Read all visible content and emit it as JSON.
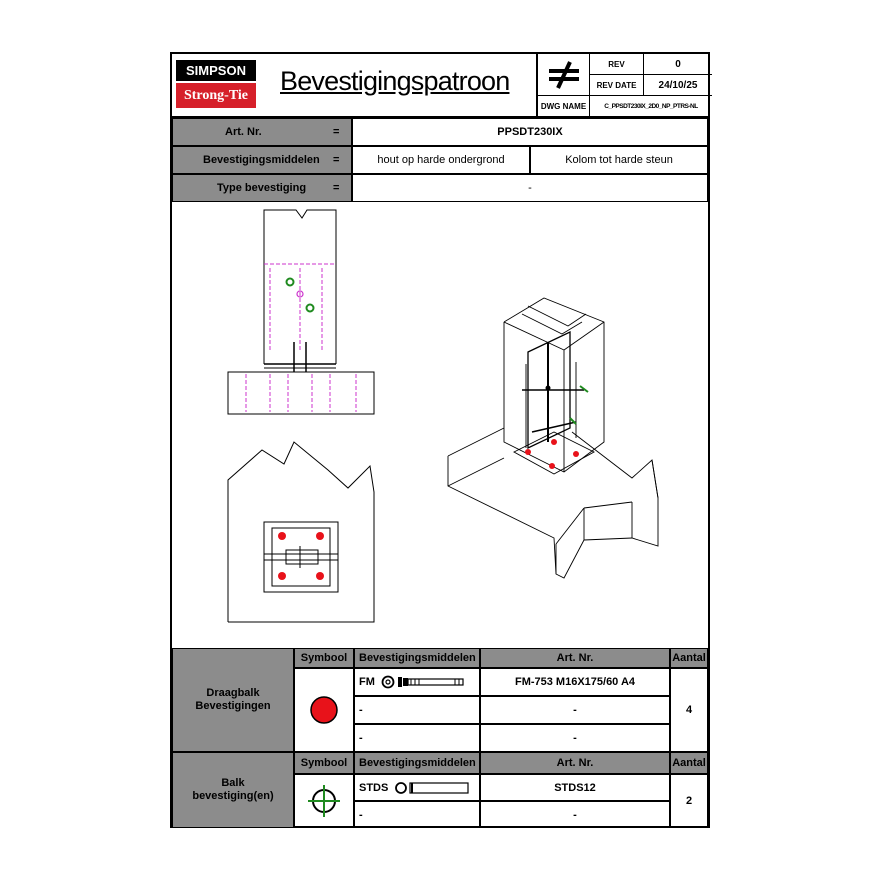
{
  "logo": {
    "line1": "SIMPSON",
    "line2": "Strong-Tie"
  },
  "title": "Bevestigingspatroon",
  "meta": {
    "rev_label": "REV",
    "rev_value": "0",
    "revdate_label": "REV DATE",
    "revdate_value": "24/10/25",
    "dwg_label": "DWG NAME",
    "dwg_value": "C_PPSDT230IX_2D0_NP_PTRS-NL",
    "symbol_icon": "not-equal-icon"
  },
  "info": {
    "art_label": "Art. Nr.",
    "art_value": "PPSDT230IX",
    "bev_label": "Bevestigingsmiddelen",
    "bev_value1": "hout op harde ondergrond",
    "bev_value2": "Kolom tot harde steun",
    "type_label": "Type bevestiging",
    "type_value": "-",
    "eq": "="
  },
  "table1": {
    "group": "Draagbalk\nBevestigingen",
    "headers": {
      "symbool": "Symbool",
      "bev": "Bevestigingsmiddelen",
      "art": "Art. Nr.",
      "aantal": "Aantal"
    },
    "rows": [
      {
        "code": "FM",
        "art": "FM-753 M16X175/60 A4"
      },
      {
        "code": "-",
        "art": "-"
      },
      {
        "code": "-",
        "art": "-"
      }
    ],
    "aantal": "4",
    "symbol_color": "#e8121a"
  },
  "table2": {
    "group": "Balk\nbevestiging(en)",
    "headers": {
      "symbool": "Symbool",
      "bev": "Bevestigingsmiddelen",
      "art": "Art. Nr.",
      "aantal": "Aantal"
    },
    "rows": [
      {
        "code": "STDS",
        "art": "STDS12"
      },
      {
        "code": "-",
        "art": "-"
      }
    ],
    "aantal": "2",
    "symbol_color": "#1f8a1f"
  },
  "colors": {
    "accent": "#d6202a",
    "header_grey": "#8c8c8c",
    "hidden_line": "#cc33cc"
  }
}
